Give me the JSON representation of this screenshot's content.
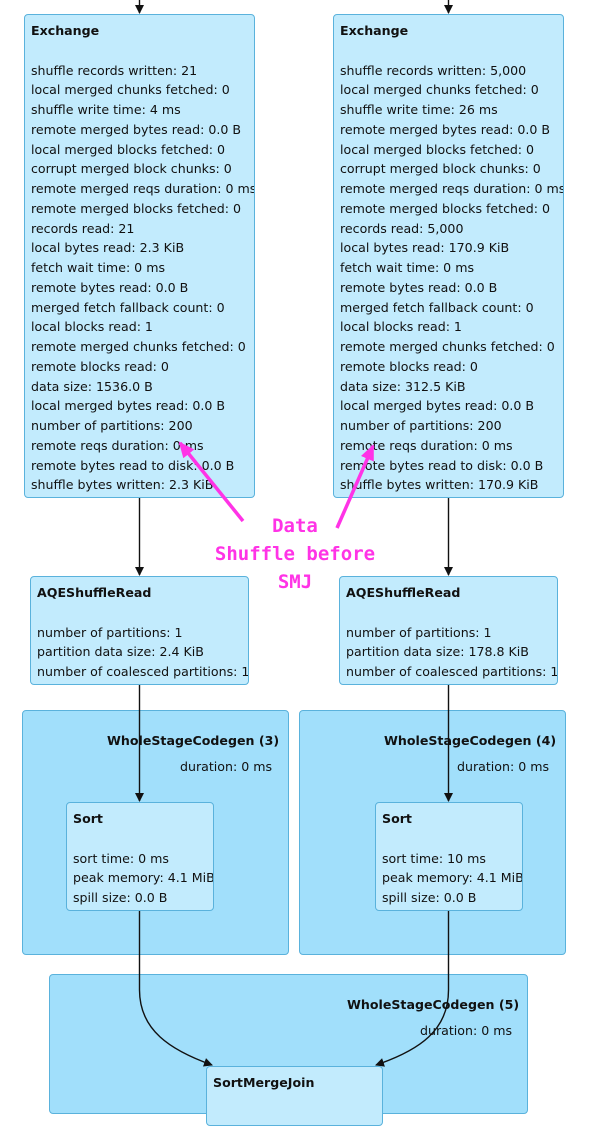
{
  "exchange_left": {
    "title": "Exchange",
    "metrics": [
      "shuffle records written: 21",
      "local merged chunks fetched: 0",
      "shuffle write time: 4 ms",
      "remote merged bytes read: 0.0 B",
      "local merged blocks fetched: 0",
      "corrupt merged block chunks: 0",
      "remote merged reqs duration: 0 ms",
      "remote merged blocks fetched: 0",
      "records read: 21",
      "local bytes read: 2.3 KiB",
      "fetch wait time: 0 ms",
      "remote bytes read: 0.0 B",
      "merged fetch fallback count: 0",
      "local blocks read: 1",
      "remote merged chunks fetched: 0",
      "remote blocks read: 0",
      "data size: 1536.0 B",
      "local merged bytes read: 0.0 B",
      "number of partitions: 200",
      "remote reqs duration: 0 ms",
      "remote bytes read to disk: 0.0 B",
      "shuffle bytes written: 2.3 KiB"
    ]
  },
  "exchange_right": {
    "title": "Exchange",
    "metrics": [
      "shuffle records written: 5,000",
      "local merged chunks fetched: 0",
      "shuffle write time: 26 ms",
      "remote merged bytes read: 0.0 B",
      "local merged blocks fetched: 0",
      "corrupt merged block chunks: 0",
      "remote merged reqs duration: 0 ms",
      "remote merged blocks fetched: 0",
      "records read: 5,000",
      "local bytes read: 170.9 KiB",
      "fetch wait time: 0 ms",
      "remote bytes read: 0.0 B",
      "merged fetch fallback count: 0",
      "local blocks read: 1",
      "remote merged chunks fetched: 0",
      "remote blocks read: 0",
      "data size: 312.5 KiB",
      "local merged bytes read: 0.0 B",
      "number of partitions: 200",
      "remote reqs duration: 0 ms",
      "remote bytes read to disk: 0.0 B",
      "shuffle bytes written: 170.9 KiB"
    ]
  },
  "aqe_left": {
    "title": "AQEShuffleRead",
    "metrics": [
      "number of partitions: 1",
      "partition data size: 2.4 KiB",
      "number of coalesced partitions: 1"
    ]
  },
  "aqe_right": {
    "title": "AQEShuffleRead",
    "metrics": [
      "number of partitions: 1",
      "partition data size: 178.8 KiB",
      "number of coalesced partitions: 1"
    ]
  },
  "wsc3": {
    "title": "WholeStageCodegen (3)",
    "duration": "duration: 0 ms"
  },
  "wsc4": {
    "title": "WholeStageCodegen (4)",
    "duration": "duration: 0 ms"
  },
  "wsc5": {
    "title": "WholeStageCodegen (5)",
    "duration": "duration: 0 ms"
  },
  "sort_left": {
    "title": "Sort",
    "metrics": [
      "sort time: 0 ms",
      "peak memory: 4.1 MiB",
      "spill size: 0.0 B"
    ]
  },
  "sort_right": {
    "title": "Sort",
    "metrics": [
      "sort time: 10 ms",
      "peak memory: 4.1 MiB",
      "spill size: 0.0 B"
    ]
  },
  "smj": {
    "title": "SortMergeJoin"
  },
  "annotation": {
    "lines": [
      "Data",
      "Shuffle before",
      "SMJ"
    ],
    "color": "#ff33e6"
  },
  "colors": {
    "node": "#c2ebfd",
    "cluster": "#a1dffb",
    "border": "#5ab2dc"
  }
}
